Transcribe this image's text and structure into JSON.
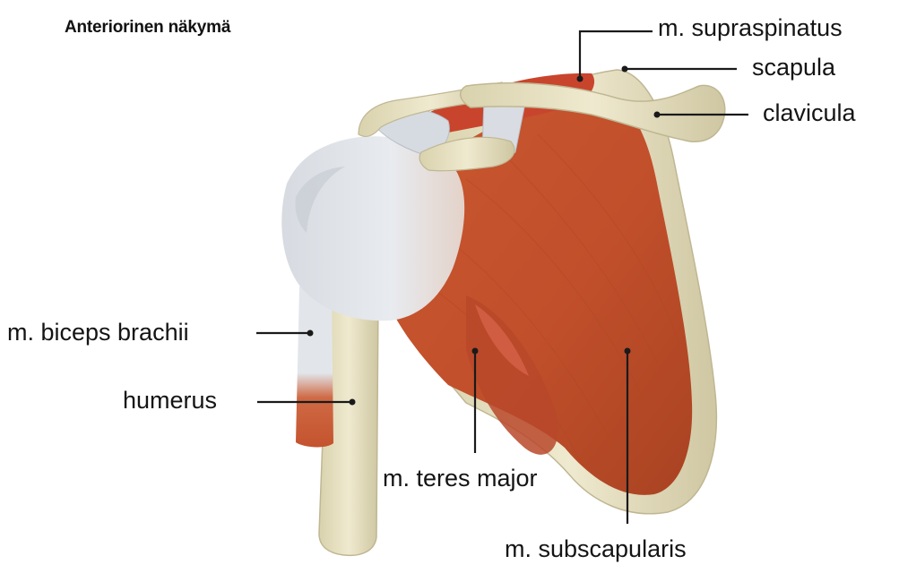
{
  "title": "Anteriorinen näkymä",
  "labels": {
    "supraspinatus": "m. supraspinatus",
    "scapula": "scapula",
    "clavicula": "clavicula",
    "biceps_brachii": "m. biceps brachii",
    "humerus": "humerus",
    "teres_major": "m. teres major",
    "subscapularis": "m. subscapularis"
  },
  "colors": {
    "bone": "#e9e3c6",
    "bone_shadow": "#c8c09c",
    "muscle": "#c4532e",
    "muscle_dark": "#a8401f",
    "tendon": "#dfe3e8",
    "label_text": "#141414",
    "leader_line": "#1a1a1a"
  }
}
